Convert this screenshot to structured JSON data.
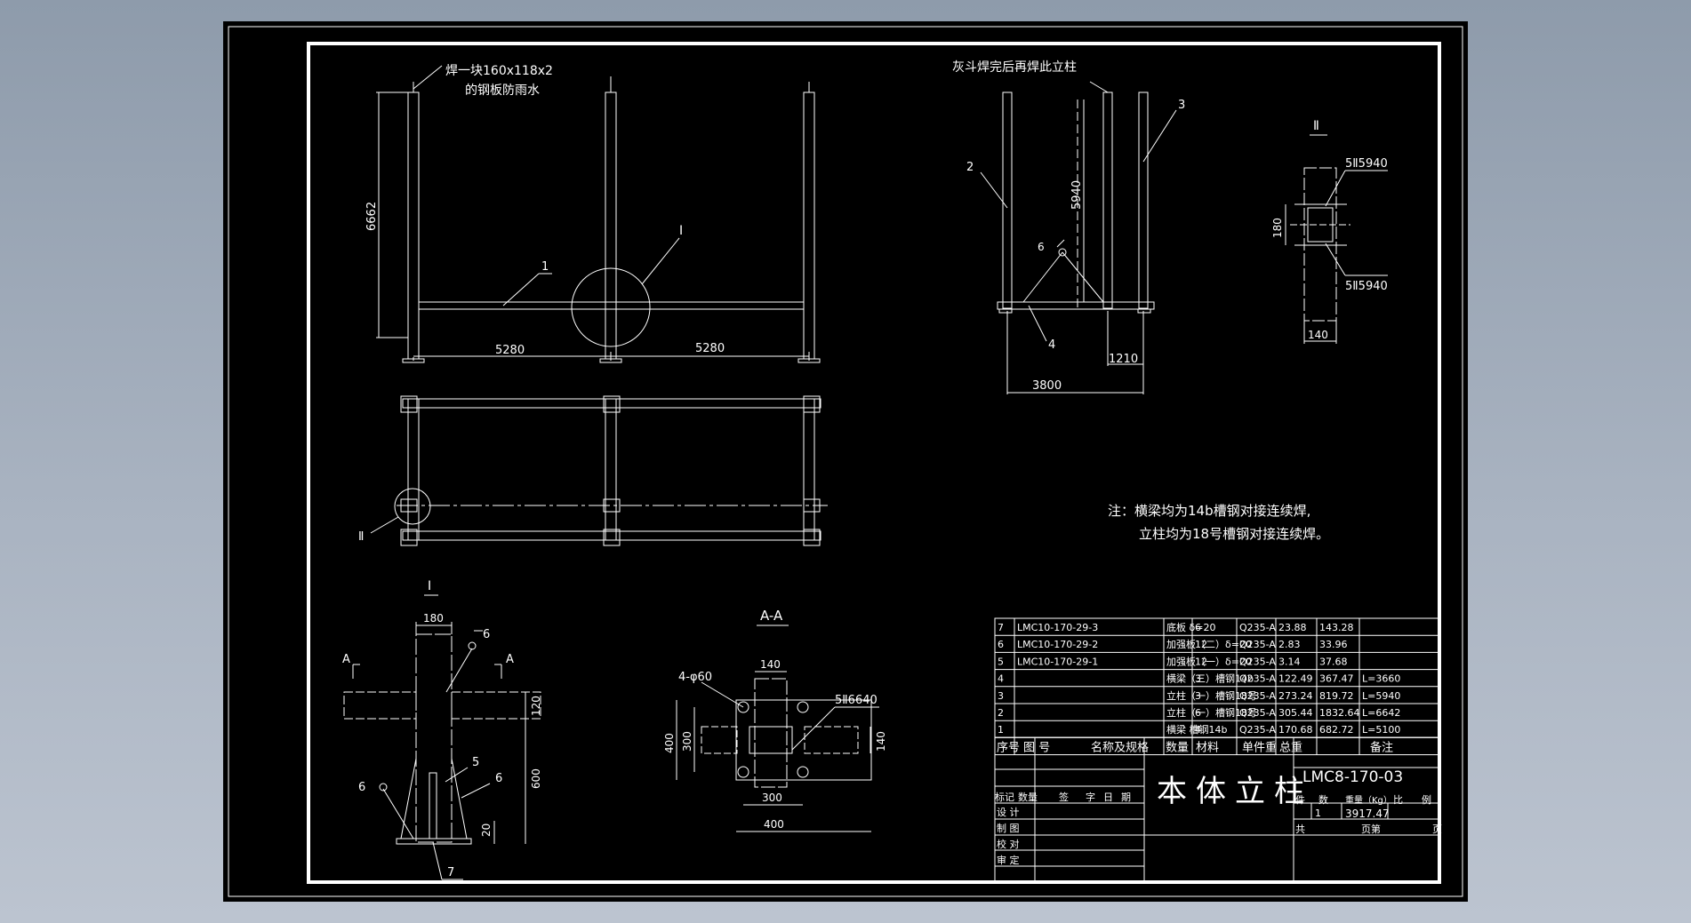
{
  "colors": {
    "background": "#a3aebd",
    "sheet": "#000000",
    "line": "#ffffff"
  },
  "front_view": {
    "note_line1": "焊一块160x118x2",
    "note_line2": "的钢板防雨水",
    "height_dim": "6662",
    "span_left": "5280",
    "span_right": "5280",
    "item_1": "1",
    "detail_I": "Ⅰ"
  },
  "side_view": {
    "note": "灰斗焊完后再焊此立柱",
    "item_2": "2",
    "item_3": "3",
    "item_4": "4",
    "height_dim": "5940",
    "weld_symbol": "6",
    "dim_1210": "1210",
    "dim_3800": "3800"
  },
  "detail_II": {
    "title": "Ⅱ",
    "weld_top": "5Ⅱ5940",
    "weld_bottom": "5Ⅱ5940",
    "dim_180": "180",
    "dim_140": "140"
  },
  "plan_view": {
    "detail_II_label": "Ⅱ"
  },
  "notes": {
    "line1": "注：横梁均为14b槽钢对接连续焊,",
    "line2": "立柱均为18号槽钢对接连续焊。"
  },
  "detail_I": {
    "title": "Ⅰ",
    "dim_180": "180",
    "dim_120": "120",
    "dim_600": "600",
    "dim_20": "20",
    "weld_top": "6",
    "weld_left": "6",
    "section_left": "A",
    "section_right": "A",
    "item_5": "5",
    "item_6": "6",
    "item_7": "7"
  },
  "section_AA": {
    "title": "A-A",
    "holes": "4-φ60",
    "dim_140_top": "140",
    "weld": "5Ⅱ6640",
    "dim_400_left": "400",
    "dim_300_left": "300",
    "dim_140_right": "140",
    "dim_300_bottom": "300",
    "dim_400_bottom": "400"
  },
  "bom": {
    "rows": [
      {
        "no": "7",
        "code": "LMC10-170-29-3",
        "name": "底板      δ=20",
        "qty": "6",
        "material": "Q235-A",
        "unit_weight": "23.88",
        "total_weight": "143.28",
        "remark": ""
      },
      {
        "no": "6",
        "code": "LMC10-170-29-2",
        "name": "加强板（二）δ=20",
        "qty": "12",
        "material": "Q235-A",
        "unit_weight": "2.83",
        "total_weight": "33.96",
        "remark": ""
      },
      {
        "no": "5",
        "code": "LMC10-170-29-1",
        "name": "加强板（一）δ=20",
        "qty": "12",
        "material": "Q235-A",
        "unit_weight": "3.14",
        "total_weight": "37.68",
        "remark": ""
      },
      {
        "no": "4",
        "code": "",
        "name": "横梁（三）槽钢14b",
        "qty": "3",
        "material": "Q235-A",
        "unit_weight": "122.49",
        "total_weight": "367.47",
        "remark": "L=3660"
      },
      {
        "no": "3",
        "code": "",
        "name": "立柱（一）槽钢18号",
        "qty": "3",
        "material": "Q235-A",
        "unit_weight": "273.24",
        "total_weight": "819.72",
        "remark": "L=5940"
      },
      {
        "no": "2",
        "code": "",
        "name": "立柱（一）槽钢18号",
        "qty": "6",
        "material": "Q235-A",
        "unit_weight": "305.44",
        "total_weight": "1832.64",
        "remark": "L=6642"
      },
      {
        "no": "1",
        "code": "",
        "name": "横梁  槽钢14b",
        "qty": "4",
        "material": "Q235-A",
        "unit_weight": "170.68",
        "total_weight": "682.72",
        "remark": "L=5100"
      }
    ],
    "headers": [
      "序号",
      "图  号",
      "名称及规格",
      "数量",
      "材料",
      "单件重",
      "总重",
      "备注"
    ]
  },
  "title_block": {
    "drawing_name": "本体立柱",
    "drawing_no": "LMC8-170-03",
    "rev_headers": [
      "标记",
      "数量",
      "签",
      "字",
      "日",
      "期"
    ],
    "roles": [
      "设  计",
      "制  图",
      "校  对",
      "审  定"
    ],
    "label_pieces": "件",
    "label_qty": "数",
    "label_weight": "重量（Kg）",
    "label_scale_a": "比",
    "label_scale_b": "例",
    "pieces_value": "1",
    "weight_value": "3917.47",
    "label_total": "共",
    "label_sheet": "页第",
    "label_page": "页"
  }
}
